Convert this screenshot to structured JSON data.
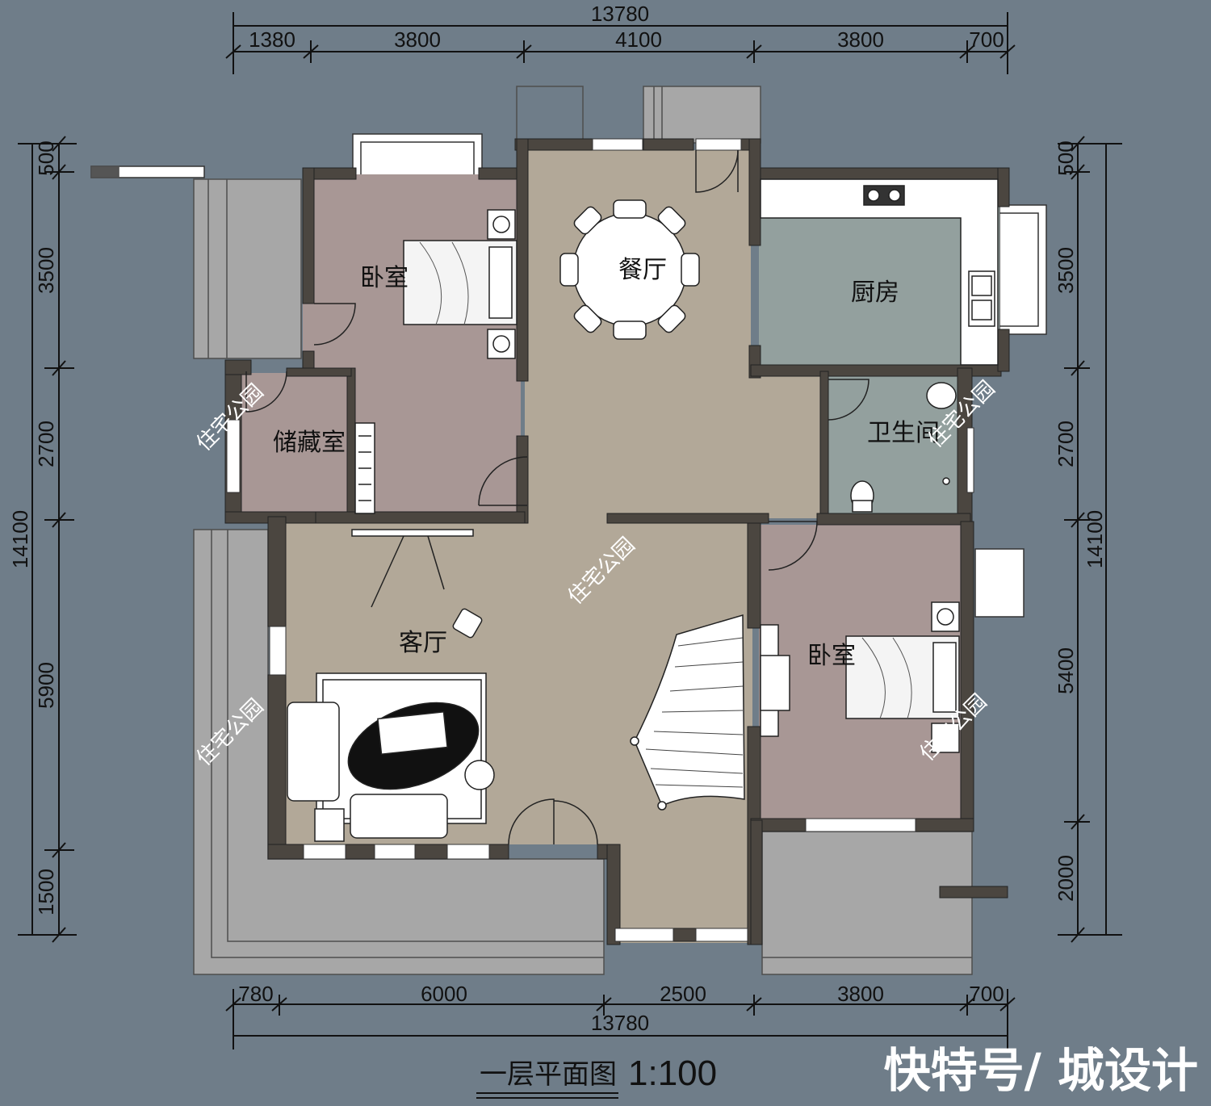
{
  "title": "一层平面图",
  "scale": "1:100",
  "source_mark": "快特号/ 城设计",
  "watermark": "住宅公园",
  "dims": {
    "top_total": "13780",
    "top": [
      "1380",
      "3800",
      "4100",
      "3800",
      "700"
    ],
    "bottom_total": "13780",
    "bottom": [
      "780",
      "6000",
      "2500",
      "3800",
      "700"
    ],
    "left_total": "14100",
    "left": [
      "500",
      "3500",
      "2700",
      "5900",
      "1500"
    ],
    "right_total": "14100",
    "right": [
      "500",
      "3500",
      "2700",
      "5400",
      "2000"
    ]
  },
  "rooms": {
    "bedroom1": "卧室",
    "dining": "餐厅",
    "kitchen": "厨房",
    "storage": "储藏室",
    "bathroom": "卫生间",
    "living": "客厅",
    "bedroom2": "卧室"
  },
  "colors": {
    "background": "#6f7d89",
    "wall": "#4b4640",
    "main_floor": "#b2a898",
    "bedroom_floor": "#a89795",
    "kitchen_floor": "#93a09e",
    "terrace": "#a7a7a7"
  }
}
